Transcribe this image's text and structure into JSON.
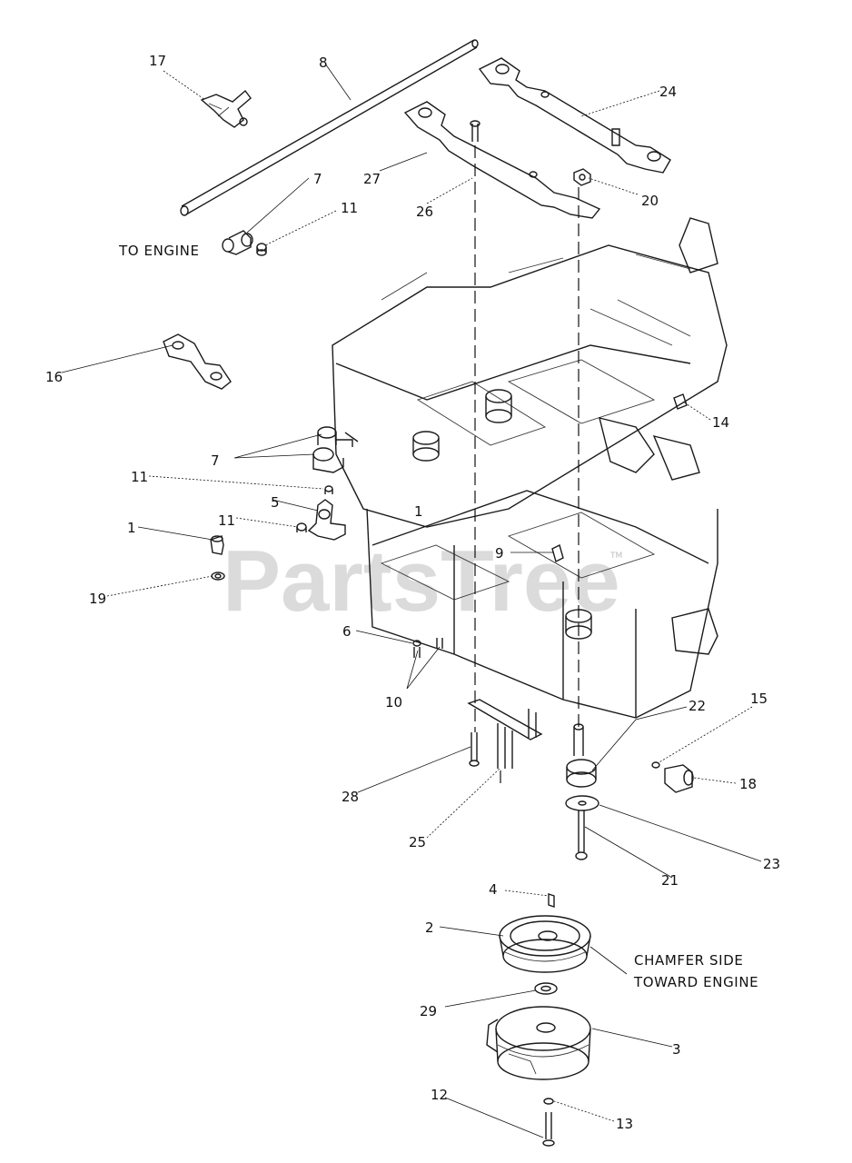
{
  "watermark": {
    "text": "PartsTree",
    "trademark": "TM"
  },
  "notes": {
    "to_engine": "TO ENGINE",
    "chamfer_line1": "CHAMFER SIDE",
    "chamfer_line2": "TOWARD ENGINE"
  },
  "callouts": [
    {
      "id": "c17",
      "label": "17"
    },
    {
      "id": "c8",
      "label": "8"
    },
    {
      "id": "c24",
      "label": "24"
    },
    {
      "id": "c27",
      "label": "27"
    },
    {
      "id": "c26",
      "label": "26"
    },
    {
      "id": "c20",
      "label": "20"
    },
    {
      "id": "c7a",
      "label": "7"
    },
    {
      "id": "c11a",
      "label": "11"
    },
    {
      "id": "c16",
      "label": "16"
    },
    {
      "id": "c14",
      "label": "14"
    },
    {
      "id": "c7b",
      "label": "7"
    },
    {
      "id": "c11b",
      "label": "11"
    },
    {
      "id": "c5",
      "label": "5"
    },
    {
      "id": "c11c",
      "label": "11"
    },
    {
      "id": "c1a",
      "label": "1"
    },
    {
      "id": "c1b",
      "label": "1"
    },
    {
      "id": "c9",
      "label": "9"
    },
    {
      "id": "c19",
      "label": "19"
    },
    {
      "id": "c6",
      "label": "6"
    },
    {
      "id": "c10",
      "label": "10"
    },
    {
      "id": "c22",
      "label": "22"
    },
    {
      "id": "c15",
      "label": "15"
    },
    {
      "id": "c18",
      "label": "18"
    },
    {
      "id": "c28",
      "label": "28"
    },
    {
      "id": "c25",
      "label": "25"
    },
    {
      "id": "c23",
      "label": "23"
    },
    {
      "id": "c21",
      "label": "21"
    },
    {
      "id": "c4",
      "label": "4"
    },
    {
      "id": "c2",
      "label": "2"
    },
    {
      "id": "c29",
      "label": "29"
    },
    {
      "id": "c3",
      "label": "3"
    },
    {
      "id": "c12",
      "label": "12"
    },
    {
      "id": "c13",
      "label": "13"
    }
  ]
}
